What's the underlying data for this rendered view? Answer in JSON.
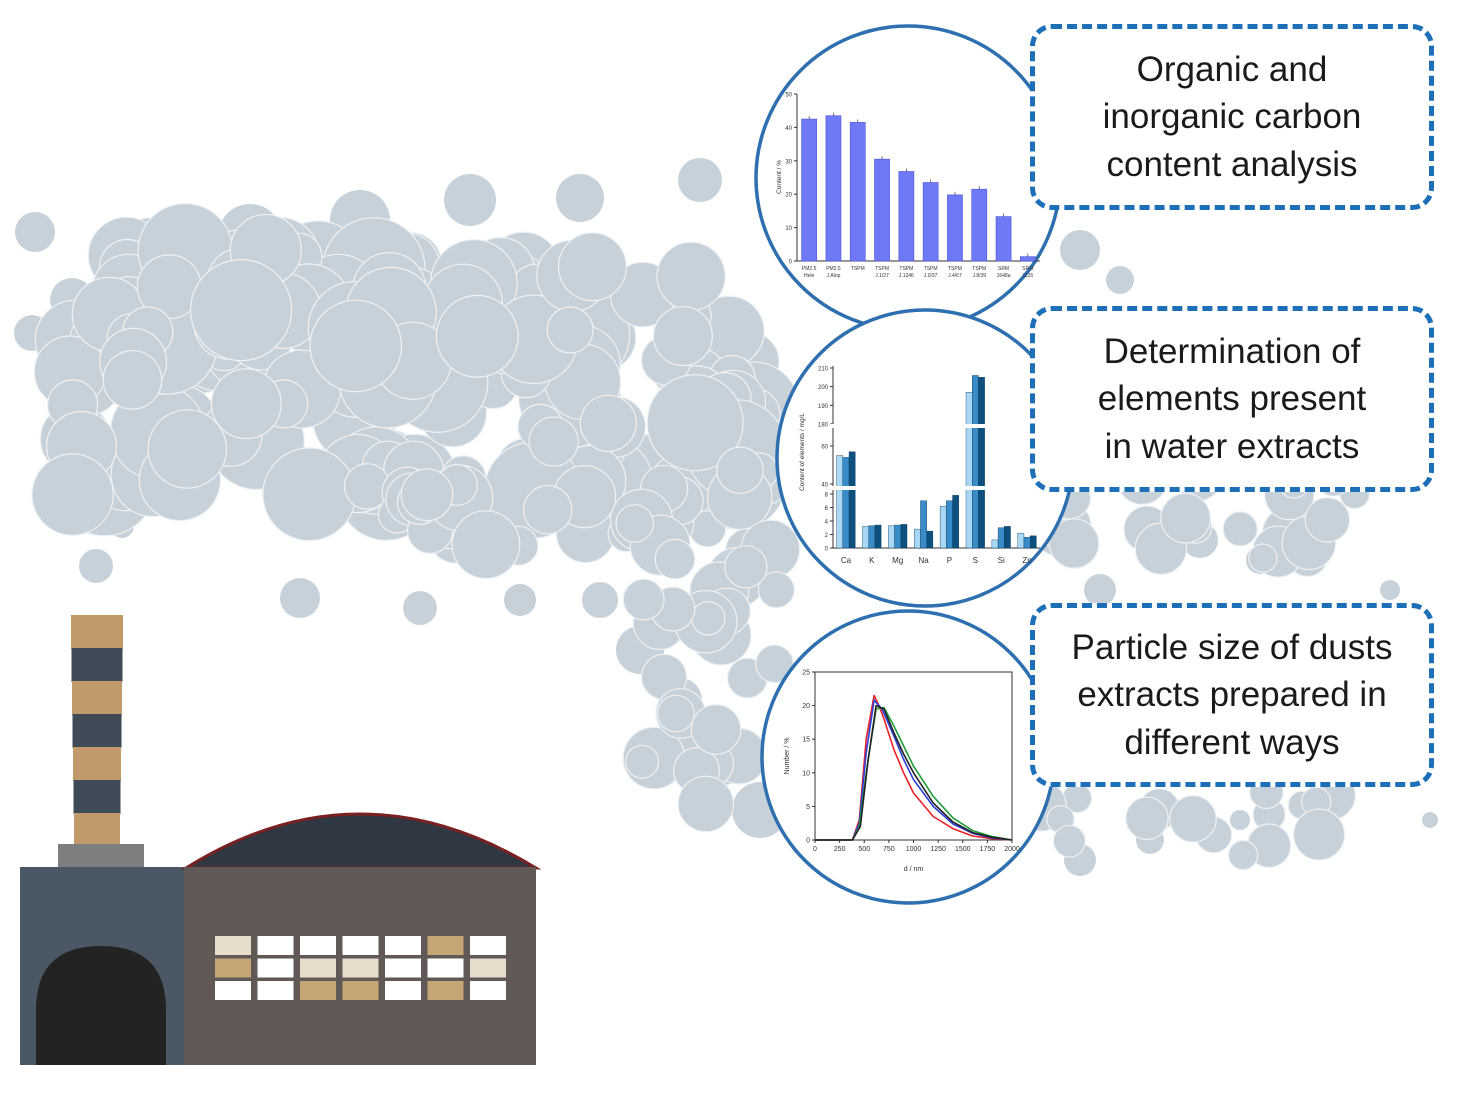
{
  "colors": {
    "smoke": "#c7d1d9",
    "circle_border": "#2e6fb0",
    "callout_border": "#1d6fb8",
    "bar_blue": "#6f78f5",
    "chimney_tan": "#c19a6b",
    "chimney_dark": "#3f4a57",
    "building_left": "#4a5765",
    "building_right": "#605955",
    "roof": "#2f3842"
  },
  "callouts": {
    "organic": [
      "Organic and",
      "inorganic carbon",
      "content analysis"
    ],
    "elements": [
      "Determination of",
      "elements present",
      "in water extracts"
    ],
    "particle": [
      "Particle size of dusts",
      "extracts prepared in",
      "different ways"
    ]
  },
  "chart_data": [
    {
      "type": "bar",
      "ylabel": "Content / %",
      "ylim": [
        0,
        50
      ],
      "yticks": [
        "0",
        "10",
        "20",
        "30",
        "40",
        "50"
      ],
      "categories": [
        "PM2.5 Hele",
        "PM2.5 J.Alop",
        "TSPM",
        "TSPM J.1/27",
        "TSPM J.1246",
        "TSPM J.0/37",
        "TSPM J.4/67",
        "TSPM J.8/39",
        "SRM 1648a",
        "SRM 1126"
      ],
      "values": [
        42.5,
        43.5,
        41.5,
        30.5,
        26.8,
        23.5,
        19.8,
        21.5,
        13.3,
        1.3
      ]
    },
    {
      "type": "bar",
      "ylabel": "Content of elements / mg/L",
      "yticks": [
        "0",
        "2",
        "4",
        "6",
        "8",
        "40",
        "60",
        "180",
        "190",
        "200",
        "210"
      ],
      "categories": [
        "Ca",
        "K",
        "Mg",
        "Na",
        "P",
        "S",
        "Si",
        "Zn"
      ],
      "series": [
        {
          "values": [
            55,
            3.2,
            3.3,
            2.8,
            6.2,
            197,
            1.2,
            2.2
          ]
        },
        {
          "values": [
            54,
            3.3,
            3.4,
            7.0,
            7.0,
            206,
            3.0,
            1.6
          ]
        },
        {
          "values": [
            57,
            3.4,
            3.5,
            2.5,
            7.8,
            205,
            3.2,
            1.8
          ]
        }
      ]
    },
    {
      "type": "line",
      "xlabel": "d / nm",
      "ylabel": "Number / %",
      "xlim": [
        0,
        2000
      ],
      "ylim": [
        0,
        25
      ],
      "xticks": [
        "0",
        "250",
        "500",
        "750",
        "1000",
        "1250",
        "1500",
        "1750",
        "2000"
      ],
      "yticks": [
        "0",
        "5",
        "10",
        "15",
        "20",
        "25"
      ],
      "series": [
        {
          "color": "#e8232a",
          "x": [
            0,
            380,
            450,
            520,
            600,
            650,
            700,
            800,
            900,
            1000,
            1200,
            1400,
            1600,
            1800,
            2000
          ],
          "y": [
            0,
            0,
            3,
            15,
            21.5,
            20,
            18,
            13.5,
            10,
            7,
            3.5,
            1.7,
            0.6,
            0.2,
            0
          ]
        },
        {
          "color": "#2c3fd8",
          "x": [
            0,
            380,
            450,
            520,
            600,
            680,
            800,
            900,
            1000,
            1200,
            1400,
            1600,
            1800,
            2000
          ],
          "y": [
            0,
            0,
            2.5,
            13,
            20.8,
            19.5,
            15.5,
            12,
            9,
            5,
            2.4,
            1,
            0.3,
            0
          ]
        },
        {
          "color": "#1e9e3a",
          "x": [
            0,
            380,
            450,
            530,
            620,
            700,
            800,
            900,
            1000,
            1200,
            1400,
            1600,
            1800,
            2000
          ],
          "y": [
            0,
            0,
            2,
            11,
            19.5,
            19.7,
            17,
            14,
            11,
            6.5,
            3.3,
            1.4,
            0.5,
            0
          ]
        },
        {
          "color": "#222222",
          "x": [
            0,
            380,
            460,
            540,
            620,
            700,
            800,
            900,
            1000,
            1200,
            1400,
            1600,
            1800,
            2000
          ],
          "y": [
            0,
            0,
            2,
            12,
            20,
            19.5,
            16,
            12.8,
            10,
            5.5,
            2.7,
            1.1,
            0.4,
            0
          ]
        }
      ]
    }
  ]
}
